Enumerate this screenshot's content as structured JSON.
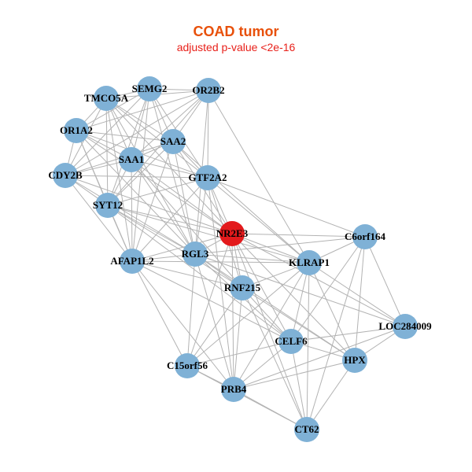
{
  "header": {
    "title": "COAD tumor",
    "subtitle": "adjusted p-value <2e-16"
  },
  "colors": {
    "title": "#e8500a",
    "subtitle": "#e8201a",
    "node": "#7fb1d6",
    "hub_node": "#e31a1c",
    "edge": "#b3b3b3"
  },
  "network": {
    "hub": "NR2E3",
    "nodes": [
      {
        "id": "TMCO5A",
        "label": "TMCO5A"
      },
      {
        "id": "SEMG2",
        "label": "SEMG2"
      },
      {
        "id": "OR2B2",
        "label": "OR2B2"
      },
      {
        "id": "OR1A2",
        "label": "OR1A2"
      },
      {
        "id": "SAA2",
        "label": "SAA2"
      },
      {
        "id": "SAA1",
        "label": "SAA1"
      },
      {
        "id": "CDY2B",
        "label": "CDY2B"
      },
      {
        "id": "GTF2A2",
        "label": "GTF2A2"
      },
      {
        "id": "SYT12",
        "label": "SYT12"
      },
      {
        "id": "NR2E3",
        "label": "NR2E3"
      },
      {
        "id": "C6orf164",
        "label": "C6orf164"
      },
      {
        "id": "AFAP1L2",
        "label": "AFAP1L2"
      },
      {
        "id": "RGL3",
        "label": "RGL3"
      },
      {
        "id": "KLRAP1",
        "label": "KLRAP1"
      },
      {
        "id": "RNF215",
        "label": "RNF215"
      },
      {
        "id": "LOC284009",
        "label": "LOC284009"
      },
      {
        "id": "CELF6",
        "label": "CELF6"
      },
      {
        "id": "HPX",
        "label": "HPX"
      },
      {
        "id": "C15orf56",
        "label": "C15orf56"
      },
      {
        "id": "PRB4",
        "label": "PRB4"
      },
      {
        "id": "CT62",
        "label": "CT62"
      }
    ],
    "edges": [
      [
        "TMCO5A",
        "SEMG2"
      ],
      [
        "TMCO5A",
        "OR2B2"
      ],
      [
        "TMCO5A",
        "OR1A2"
      ],
      [
        "TMCO5A",
        "SAA2"
      ],
      [
        "TMCO5A",
        "SAA1"
      ],
      [
        "TMCO5A",
        "CDY2B"
      ],
      [
        "TMCO5A",
        "GTF2A2"
      ],
      [
        "TMCO5A",
        "SYT12"
      ],
      [
        "TMCO5A",
        "AFAP1L2"
      ],
      [
        "TMCO5A",
        "RGL3"
      ],
      [
        "TMCO5A",
        "NR2E3"
      ],
      [
        "SEMG2",
        "OR2B2"
      ],
      [
        "SEMG2",
        "OR1A2"
      ],
      [
        "SEMG2",
        "SAA2"
      ],
      [
        "SEMG2",
        "SAA1"
      ],
      [
        "SEMG2",
        "CDY2B"
      ],
      [
        "SEMG2",
        "GTF2A2"
      ],
      [
        "SEMG2",
        "SYT12"
      ],
      [
        "SEMG2",
        "AFAP1L2"
      ],
      [
        "SEMG2",
        "RGL3"
      ],
      [
        "OR2B2",
        "OR1A2"
      ],
      [
        "OR2B2",
        "SAA2"
      ],
      [
        "OR2B2",
        "SAA1"
      ],
      [
        "OR2B2",
        "CDY2B"
      ],
      [
        "OR2B2",
        "GTF2A2"
      ],
      [
        "OR2B2",
        "SYT12"
      ],
      [
        "OR2B2",
        "RGL3"
      ],
      [
        "OR2B2",
        "KLRAP1"
      ],
      [
        "OR1A2",
        "SAA2"
      ],
      [
        "OR1A2",
        "SAA1"
      ],
      [
        "OR1A2",
        "CDY2B"
      ],
      [
        "OR1A2",
        "GTF2A2"
      ],
      [
        "OR1A2",
        "SYT12"
      ],
      [
        "OR1A2",
        "AFAP1L2"
      ],
      [
        "OR1A2",
        "RGL3"
      ],
      [
        "OR1A2",
        "NR2E3"
      ],
      [
        "SAA2",
        "SAA1"
      ],
      [
        "SAA2",
        "CDY2B"
      ],
      [
        "SAA2",
        "GTF2A2"
      ],
      [
        "SAA2",
        "SYT12"
      ],
      [
        "SAA2",
        "AFAP1L2"
      ],
      [
        "SAA2",
        "RGL3"
      ],
      [
        "SAA2",
        "NR2E3"
      ],
      [
        "SAA2",
        "KLRAP1"
      ],
      [
        "SAA1",
        "CDY2B"
      ],
      [
        "SAA1",
        "GTF2A2"
      ],
      [
        "SAA1",
        "SYT12"
      ],
      [
        "SAA1",
        "AFAP1L2"
      ],
      [
        "SAA1",
        "RGL3"
      ],
      [
        "SAA1",
        "NR2E3"
      ],
      [
        "SAA1",
        "RNF215"
      ],
      [
        "CDY2B",
        "GTF2A2"
      ],
      [
        "CDY2B",
        "SYT12"
      ],
      [
        "CDY2B",
        "AFAP1L2"
      ],
      [
        "CDY2B",
        "RGL3"
      ],
      [
        "CDY2B",
        "NR2E3"
      ],
      [
        "GTF2A2",
        "SYT12"
      ],
      [
        "GTF2A2",
        "AFAP1L2"
      ],
      [
        "GTF2A2",
        "RGL3"
      ],
      [
        "GTF2A2",
        "NR2E3"
      ],
      [
        "GTF2A2",
        "C6orf164"
      ],
      [
        "GTF2A2",
        "KLRAP1"
      ],
      [
        "GTF2A2",
        "RNF215"
      ],
      [
        "GTF2A2",
        "PRB4"
      ],
      [
        "SYT12",
        "AFAP1L2"
      ],
      [
        "SYT12",
        "RGL3"
      ],
      [
        "SYT12",
        "NR2E3"
      ],
      [
        "SYT12",
        "RNF215"
      ],
      [
        "SYT12",
        "KLRAP1"
      ],
      [
        "SYT12",
        "CELF6"
      ],
      [
        "NR2E3",
        "C6orf164"
      ],
      [
        "NR2E3",
        "AFAP1L2"
      ],
      [
        "NR2E3",
        "RGL3"
      ],
      [
        "NR2E3",
        "KLRAP1"
      ],
      [
        "NR2E3",
        "RNF215"
      ],
      [
        "NR2E3",
        "LOC284009"
      ],
      [
        "NR2E3",
        "CELF6"
      ],
      [
        "NR2E3",
        "HPX"
      ],
      [
        "NR2E3",
        "C15orf56"
      ],
      [
        "NR2E3",
        "PRB4"
      ],
      [
        "NR2E3",
        "CT62"
      ],
      [
        "C6orf164",
        "KLRAP1"
      ],
      [
        "C6orf164",
        "RGL3"
      ],
      [
        "C6orf164",
        "LOC284009"
      ],
      [
        "C6orf164",
        "CELF6"
      ],
      [
        "C6orf164",
        "HPX"
      ],
      [
        "C6orf164",
        "CT62"
      ],
      [
        "AFAP1L2",
        "RGL3"
      ],
      [
        "AFAP1L2",
        "KLRAP1"
      ],
      [
        "AFAP1L2",
        "RNF215"
      ],
      [
        "AFAP1L2",
        "CELF6"
      ],
      [
        "AFAP1L2",
        "C15orf56"
      ],
      [
        "AFAP1L2",
        "PRB4"
      ],
      [
        "RGL3",
        "KLRAP1"
      ],
      [
        "RGL3",
        "RNF215"
      ],
      [
        "RGL3",
        "CELF6"
      ],
      [
        "RGL3",
        "HPX"
      ],
      [
        "RGL3",
        "C15orf56"
      ],
      [
        "RGL3",
        "PRB4"
      ],
      [
        "RGL3",
        "LOC284009"
      ],
      [
        "KLRAP1",
        "RNF215"
      ],
      [
        "KLRAP1",
        "LOC284009"
      ],
      [
        "KLRAP1",
        "CELF6"
      ],
      [
        "KLRAP1",
        "HPX"
      ],
      [
        "KLRAP1",
        "C15orf56"
      ],
      [
        "KLRAP1",
        "PRB4"
      ],
      [
        "KLRAP1",
        "CT62"
      ],
      [
        "RNF215",
        "CELF6"
      ],
      [
        "RNF215",
        "HPX"
      ],
      [
        "RNF215",
        "C15orf56"
      ],
      [
        "RNF215",
        "PRB4"
      ],
      [
        "RNF215",
        "CT62"
      ],
      [
        "LOC284009",
        "HPX"
      ],
      [
        "LOC284009",
        "CELF6"
      ],
      [
        "LOC284009",
        "PRB4"
      ],
      [
        "CELF6",
        "HPX"
      ],
      [
        "CELF6",
        "C15orf56"
      ],
      [
        "CELF6",
        "PRB4"
      ],
      [
        "CELF6",
        "CT62"
      ],
      [
        "HPX",
        "PRB4"
      ],
      [
        "HPX",
        "CT62"
      ],
      [
        "C15orf56",
        "PRB4"
      ],
      [
        "C15orf56",
        "CT62"
      ],
      [
        "PRB4",
        "CT62"
      ]
    ]
  }
}
